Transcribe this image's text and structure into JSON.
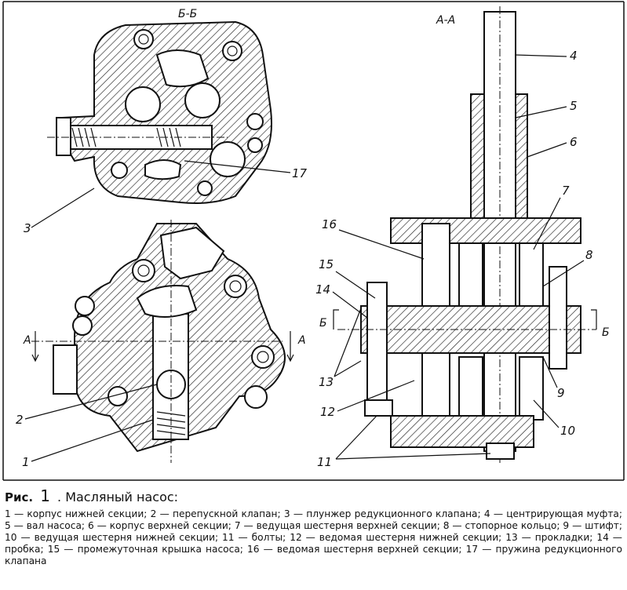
{
  "sections": {
    "bb": "Б-Б",
    "aa": "А-А"
  },
  "cut_marks": {
    "a_left": "А",
    "a_right": "А",
    "b_left": "Б",
    "b_right": "Б"
  },
  "callouts": {
    "n1": "1",
    "n2": "2",
    "n3": "3",
    "n4": "4",
    "n5": "5",
    "n6": "6",
    "n7": "7",
    "n8": "8",
    "n9": "9",
    "n10": "10",
    "n11": "11",
    "n12": "12",
    "n13": "13",
    "n14": "14",
    "n15": "15",
    "n16": "16",
    "n17": "17"
  },
  "caption": {
    "fig_word": "Рис.",
    "fig_number": "1",
    "title": ". Масляный насос:",
    "body": "1 — корпус нижней секции; 2 — перепускной клапан; 3 — плунжер редукционного клапана; 4 — центрирующая муфта; 5 — вал насоса; 6 — корпус верхней секции; 7 — ведущая шестерня верхней секции; 8 — стопорное кольцо; 9 — штифт; 10 — ведущая шестерня нижней секции; 11 — болты; 12 — ведомая шестерня нижней секции; 13 — прокладки; 14 — пробка; 15 — промежуточная крышка насоса; 16 — ведомая шестерня верхней секции; 17 — пружина редукционного клапана"
  }
}
